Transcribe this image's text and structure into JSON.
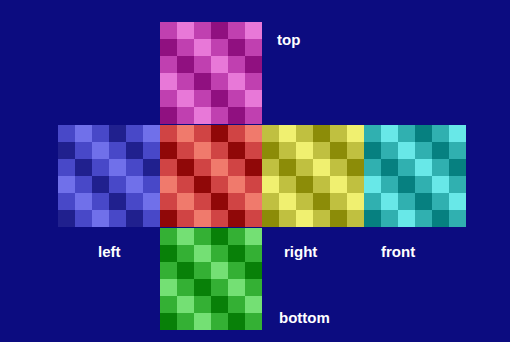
{
  "diagram": {
    "labels": [
      "top",
      "left",
      "right",
      "front",
      "bottom"
    ]
  }
}
